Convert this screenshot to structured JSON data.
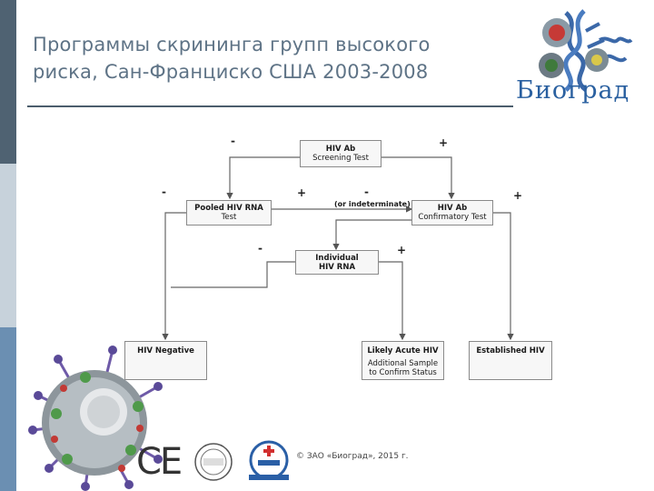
{
  "title": {
    "line1": "Программы скрининга групп высокого",
    "line2": "риска, Сан-Франциско США 2003-2008"
  },
  "logo": {
    "text": "Биоград"
  },
  "diagram": {
    "screening": {
      "title": "HIV Ab",
      "subtitle": "Screening Test"
    },
    "pooled": {
      "title": "Pooled HIV RNA",
      "subtitle": "Test"
    },
    "confirm": {
      "title": "HIV Ab",
      "subtitle": "Confirmatory Test"
    },
    "individual": {
      "title": "Individual",
      "subtitle": "HIV RNA"
    },
    "negative": {
      "title": "HIV Negative"
    },
    "acute": {
      "title": "Likely Acute HIV",
      "line2": "Additional Sample",
      "line3": "to Confirm Status"
    },
    "established": {
      "title": "Established HIV"
    },
    "indeterminate": "(or indeterminate)",
    "signs": {
      "minus": "-",
      "plus": "+"
    }
  },
  "footer": {
    "ce_mark": "CE",
    "copyright": "© ЗАО «Биоград», 2015 г."
  }
}
